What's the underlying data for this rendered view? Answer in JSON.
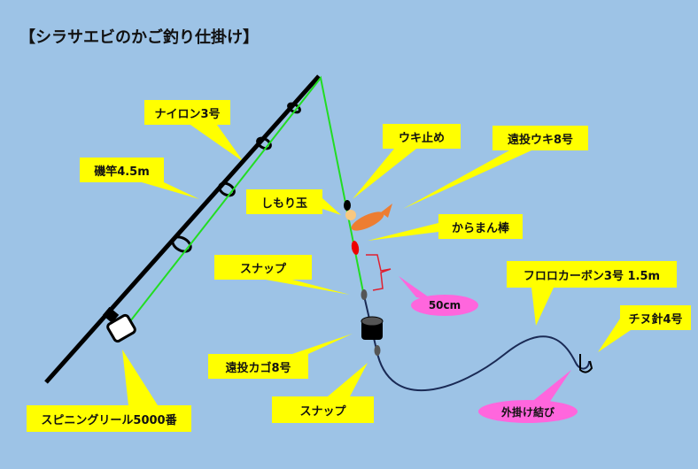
{
  "title": "【シラサエビのかご釣り仕掛け】",
  "labels": {
    "line": "ナイロン3号",
    "rod": "磯竿4.5m",
    "float_stop": "ウキ止め",
    "float": "遠投ウキ8号",
    "bead": "しもり玉",
    "stopper": "からまん棒",
    "snap_upper": "スナップ",
    "distance": "50cm",
    "leader": "フロロカーボン3号 1.5m",
    "hook": "チヌ針4号",
    "basket": "遠投カゴ8号",
    "snap_lower": "スナップ",
    "knot": "外掛け結び",
    "reel": "スピニングリール5000番"
  },
  "colors": {
    "background": "#9dc3e6",
    "callout": "#ffff00",
    "pink": "#ff66dd",
    "main_line": "#22dd22",
    "leader": "#1a2a55"
  }
}
